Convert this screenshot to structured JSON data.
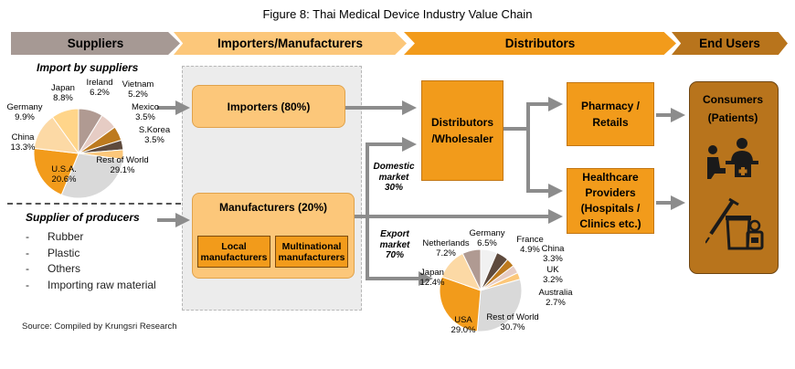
{
  "title": "Figure 8: Thai Medical Device Industry Value Chain",
  "stages": {
    "suppliers": "Suppliers",
    "importers_manufacturers": "Importers/Manufacturers",
    "distributors": "Distributors",
    "end_users": "End Users"
  },
  "import_chart": {
    "title": "Import by suppliers",
    "slices": [
      {
        "label": "Japan",
        "value": "8.8%",
        "pct": 8.8,
        "color": "#b09a92"
      },
      {
        "label": "Ireland",
        "value": "6.2%",
        "pct": 6.2,
        "color": "#e6ccc4"
      },
      {
        "label": "Vietnam",
        "value": "5.2%",
        "pct": 5.2,
        "color": "#bd7a1e"
      },
      {
        "label": "Mexico",
        "value": "3.5%",
        "pct": 3.5,
        "color": "#5e4a3d"
      },
      {
        "label": "S.Korea",
        "value": "3.5%",
        "pct": 3.5,
        "color": "#fcc77a"
      },
      {
        "label": "Rest of World",
        "value": "29.1%",
        "pct": 29.1,
        "color": "#d9d9d9"
      },
      {
        "label": "U.S.A.",
        "value": "20.6%",
        "pct": 20.6,
        "color": "#f29b1b"
      },
      {
        "label": "China",
        "value": "13.3%",
        "pct": 13.3,
        "color": "#fcd9a5"
      },
      {
        "label": "Germany",
        "value": "9.9%",
        "pct": 9.9,
        "color": "#ffd58a"
      }
    ]
  },
  "producers": {
    "title": "Supplier of producers",
    "items": [
      "Rubber",
      "Plastic",
      "Others",
      "Importing raw material"
    ]
  },
  "importers": "Importers (80%)",
  "manufacturers": {
    "label": "Manufacturers (20%)",
    "local": "Local manufacturers",
    "multinational": "Multinational manufacturers"
  },
  "domestic_market": {
    "line1": "Domestic",
    "line2": "market",
    "line3": "30%"
  },
  "export_market": {
    "line1": "Export",
    "line2": "market",
    "line3": "70%"
  },
  "distributors": {
    "line1": "Distributors",
    "line2": "/Wholesaler"
  },
  "pharmacy": {
    "line1": "Pharmacy /",
    "line2": "Retails"
  },
  "healthcare": {
    "line1": "Healthcare",
    "line2": "Providers",
    "line3": "(Hospitals /",
    "line4": "Clinics etc.)"
  },
  "consumers": {
    "line1": "Consumers",
    "line2": "(Patients)"
  },
  "export_chart": {
    "slices": [
      {
        "label": "Germany",
        "value": "6.5%",
        "pct": 6.5,
        "color": "#f1f1f1"
      },
      {
        "label": "France",
        "value": "4.9%",
        "pct": 4.9,
        "color": "#5e4a3d"
      },
      {
        "label": "China",
        "value": "3.3%",
        "pct": 3.3,
        "color": "#bd7a1e"
      },
      {
        "label": "UK",
        "value": "3.2%",
        "pct": 3.2,
        "color": "#e6ccc4"
      },
      {
        "label": "Australia",
        "value": "2.7%",
        "pct": 2.7,
        "color": "#fcc77a"
      },
      {
        "label": "Rest of World",
        "value": "30.7%",
        "pct": 30.7,
        "color": "#d9d9d9"
      },
      {
        "label": "USA",
        "value": "29.0%",
        "pct": 29.0,
        "color": "#f29b1b"
      },
      {
        "label": "Japan",
        "value": "12.4%",
        "pct": 12.4,
        "color": "#fcd9a5"
      },
      {
        "label": "Netherlands",
        "value": "7.2%",
        "pct": 7.2,
        "color": "#b09a92"
      }
    ]
  },
  "source": "Source: Compiled by Krungsri Research"
}
